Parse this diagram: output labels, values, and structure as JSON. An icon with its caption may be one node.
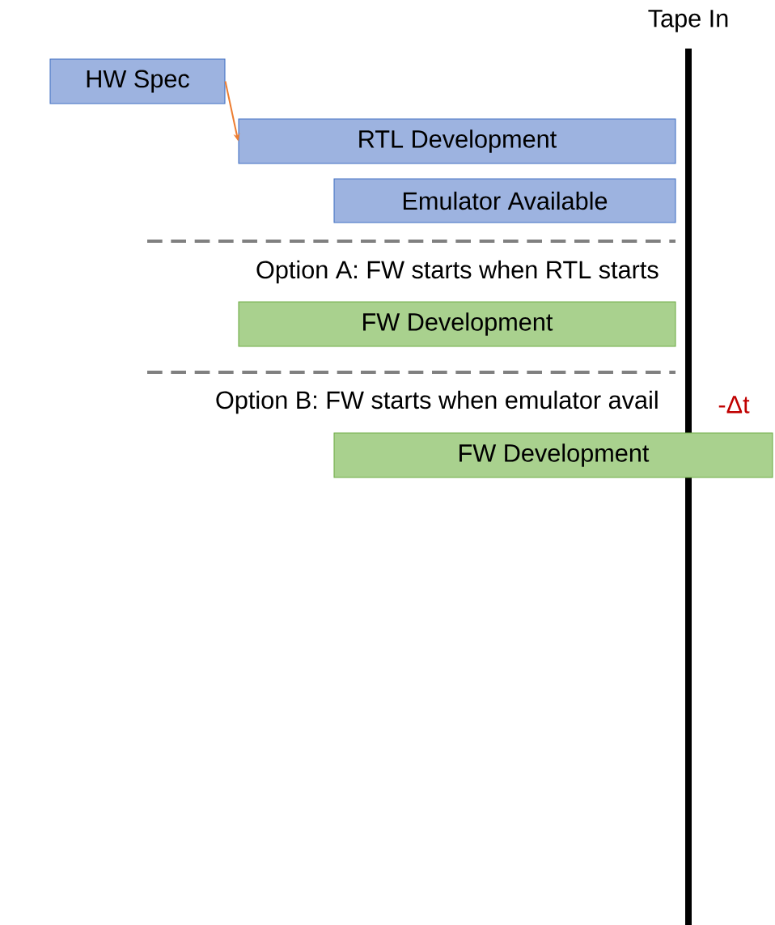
{
  "diagram": {
    "nodes": [
      {
        "text": [
          "HW Spec"
        ]
      },
      {
        "text": [
          "RTL Development"
        ]
      },
      {
        "text": [
          "Emulator Available"
        ]
      },
      {
        "text": [
          "FW Development"
        ]
      },
      {
        "text": [
          "FW Development"
        ]
      }
    ],
    "edges": [
      {
        "from": 0,
        "to": 1,
        "arrow": "to",
        "color": "#ed7d31"
      }
    ],
    "labels": [
      "Tape In",
      "Option A: FW starts when RTL starts",
      "Option B: FW starts when emulator avail",
      "-Δt"
    ]
  }
}
